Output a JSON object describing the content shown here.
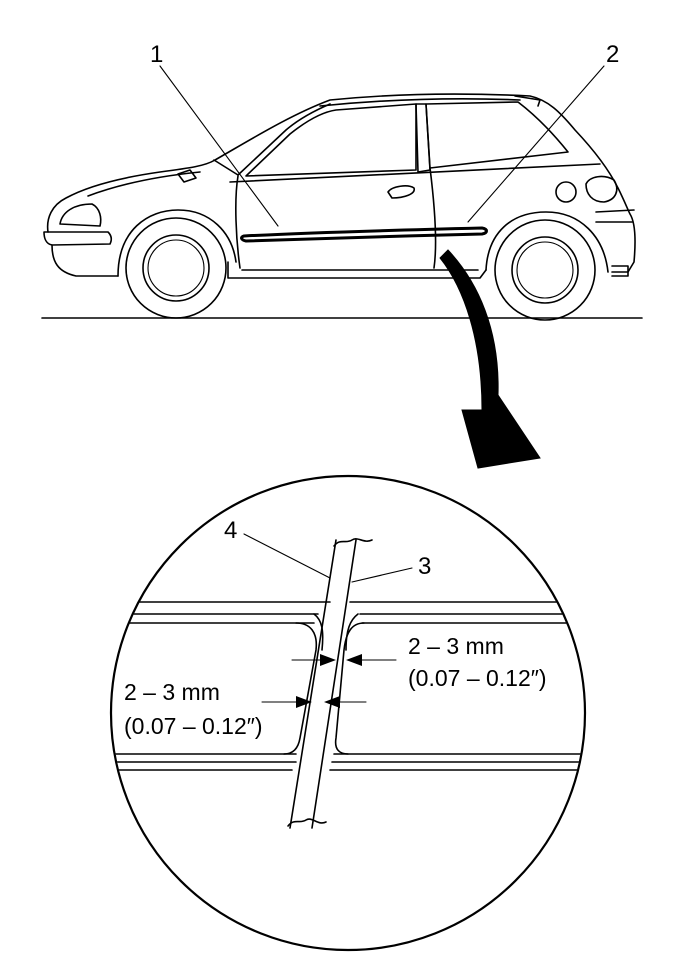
{
  "callouts": {
    "c1": "1",
    "c2": "2",
    "c3": "3",
    "c4": "4"
  },
  "dimensions": {
    "right_metric": "2 – 3 mm",
    "right_imperial": "(0.07 – 0.12″)",
    "left_metric": "2 – 3 mm",
    "left_imperial": "(0.07 – 0.12″)"
  }
}
